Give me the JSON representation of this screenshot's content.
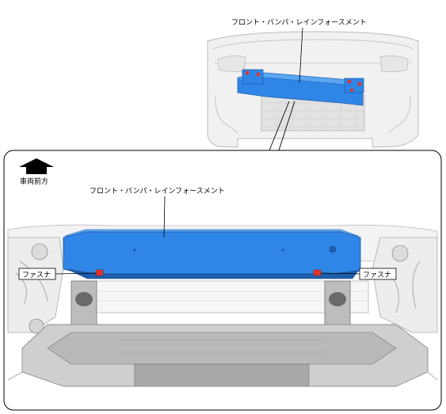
{
  "labels": {
    "top_callout": "フロント・バンパ・レインフォースメント",
    "main_callout": "フロント・バンパ・レインフォースメント",
    "fastener_left": "ファスナ",
    "fastener_right": "ファスナ",
    "direction": "車両前方"
  },
  "icons": {
    "direction_arrow": "up-arrow-icon"
  },
  "colors": {
    "reinforcement_blue": "#2f86e6",
    "reinforcement_dark": "#1d5fae",
    "fastener_red": "#e0352b",
    "line_gray": "#8a8a8a",
    "frame": "#000000"
  }
}
